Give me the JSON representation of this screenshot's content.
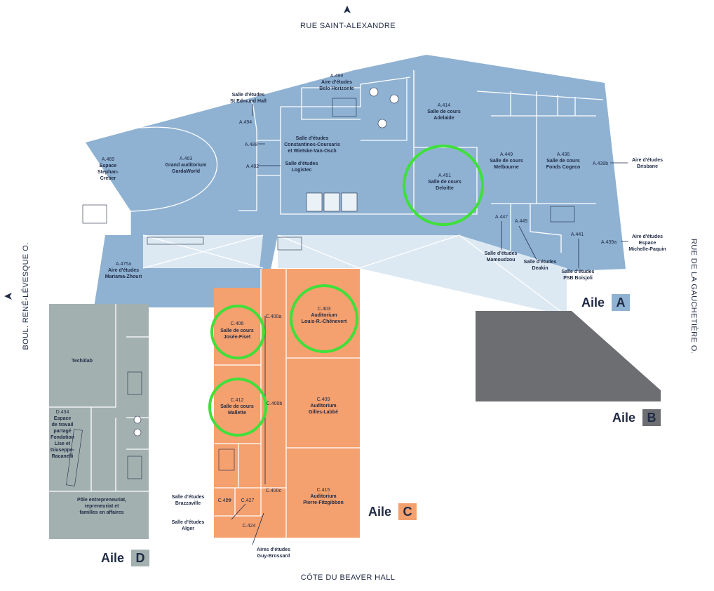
{
  "streets": {
    "north": "RUE SAINT-ALEXANDRE",
    "south": "CÔTE DU BEAVER HALL",
    "west": "BOUL. RENÉ-LÉVESQUE O.",
    "east": "RUE DE LA GAUCHETIÈRE O."
  },
  "wings": {
    "a": {
      "label": "Aile",
      "letter": "A"
    },
    "b": {
      "label": "Aile",
      "letter": "B"
    },
    "c": {
      "label": "Aile",
      "letter": "C"
    },
    "d": {
      "label": "Aile",
      "letter": "D"
    }
  },
  "colors": {
    "wing_a": "#8fb2d3",
    "wing_b": "#6d6e71",
    "wing_c": "#f4a06f",
    "wing_d": "#a3b0b0",
    "highlight": "#3fe03a",
    "text": "#1f2a44"
  },
  "rooms": {
    "a499": {
      "code": "A.499",
      "l1": "Aire d'études",
      "l2": "Belo Horizonte"
    },
    "a414": {
      "code": "A.414",
      "l1": "Salle de cours",
      "l2": "Adelaide"
    },
    "edmund": {
      "l1": "Salle d'études",
      "l2": "St Edmund Hall"
    },
    "a494": {
      "code": "A.494"
    },
    "a488": {
      "code": "A.488"
    },
    "constantinos": {
      "l1": "Salle d'études",
      "l2": "Constantinos-Coursaris",
      "l3": "et Wietske-Van-Osch"
    },
    "a482": {
      "code": "A.482"
    },
    "logistec": {
      "l1": "Salle d'études",
      "l2": "Logistec"
    },
    "a469": {
      "code": "A.469",
      "l1": "Espace",
      "l2": "Stephan-",
      "l3": "Crétier"
    },
    "a463": {
      "code": "A.463",
      "l1": "Grand auditorium",
      "l2": "GardaWorld"
    },
    "a451": {
      "code": "A.451",
      "l1": "Salle de cours",
      "l2": "Deloitte"
    },
    "a449": {
      "code": "A.449",
      "l1": "Salle de cours",
      "l2": "Melbourne"
    },
    "a436": {
      "code": "A.436",
      "l1": "Salle de cours",
      "l2": "Fonds Cogeco"
    },
    "a439b": {
      "code": "A.439b"
    },
    "brisbane": {
      "l1": "Aire d'études",
      "l2": "Brisbane"
    },
    "a447": {
      "code": "A.447"
    },
    "a445": {
      "code": "A.445"
    },
    "a441": {
      "code": "A.441"
    },
    "a439a": {
      "code": "A.439a"
    },
    "paquin": {
      "l1": "Aire d'études",
      "l2": "Espace",
      "l3": "Michelle-Paquin"
    },
    "mamoudzou": {
      "l1": "Salle d'études",
      "l2": "Mamoudzou"
    },
    "deakin": {
      "l1": "Salle d'études",
      "l2": "Deakin"
    },
    "boisjoli": {
      "l1": "Salle d'études",
      "l2": "PSB Boisjoli"
    },
    "a475a": {
      "code": "A.475a",
      "l1": "Aire d'études",
      "l2": "Mariama-Zhouri"
    },
    "c406": {
      "code": "C.406",
      "l1": "Salle de cours",
      "l2": "Josée-Fiset"
    },
    "c412": {
      "code": "C.412",
      "l1": "Salle de cours",
      "l2": "Mallette"
    },
    "c400a": {
      "code": "C.400a"
    },
    "c400b": {
      "code": "C.400b"
    },
    "c400c": {
      "code": "C.400c"
    },
    "c403": {
      "code": "C.403",
      "l1": "Auditorium",
      "l2": "Louis-R.-Chênevert"
    },
    "c409": {
      "code": "C.409",
      "l1": "Auditorium",
      "l2": "Gilles-Labbé"
    },
    "c415": {
      "code": "C.415",
      "l1": "Auditorium",
      "l2": "Pierre-Fitzgibbon"
    },
    "c429": {
      "code": "C.429"
    },
    "c427": {
      "code": "C.427"
    },
    "c424": {
      "code": "C.424"
    },
    "brazzaville": {
      "l1": "Salle d'études",
      "l2": "Brazzaville"
    },
    "alger": {
      "l1": "Salle d'études",
      "l2": "Alger"
    },
    "guy": {
      "l1": "Aires d'études",
      "l2": "Guy-Brossard"
    },
    "tech3lab": {
      "l1": "Tech3lab"
    },
    "d434": {
      "code": "D.434",
      "l1": "Espace",
      "l2": "de travail",
      "l3": "partagé",
      "l4": "Fondation",
      "l5": "Lise et",
      "l6": "Giuseppe-",
      "l7": "Racanelli"
    },
    "pole": {
      "l1": "Pôle entrepreneuriat,",
      "l2": "repreneuriat et",
      "l3": "familles en affaires"
    }
  },
  "highlighted_rooms": [
    "A.451",
    "C.403",
    "C.406",
    "C.412"
  ]
}
